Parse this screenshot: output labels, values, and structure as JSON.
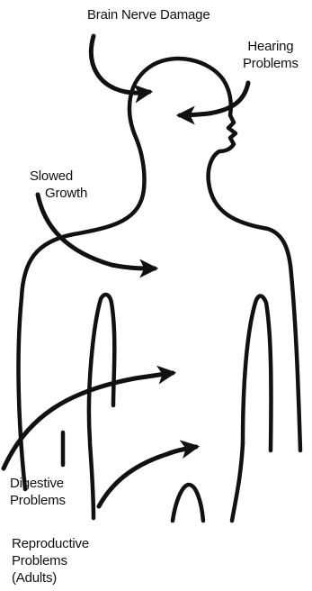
{
  "labels": {
    "brain_nerve_damage": "Brain Nerve Damage",
    "hearing": [
      "Hearing",
      "Problems"
    ],
    "slowed_growth": [
      "Slowed",
      "Growth"
    ],
    "digestive": [
      "Digestive",
      "Problems"
    ],
    "reproductive": [
      "Reproductive",
      "Problems",
      "(Adults)"
    ]
  },
  "colors": {
    "ink": "#111111",
    "background": "#ffffff"
  }
}
